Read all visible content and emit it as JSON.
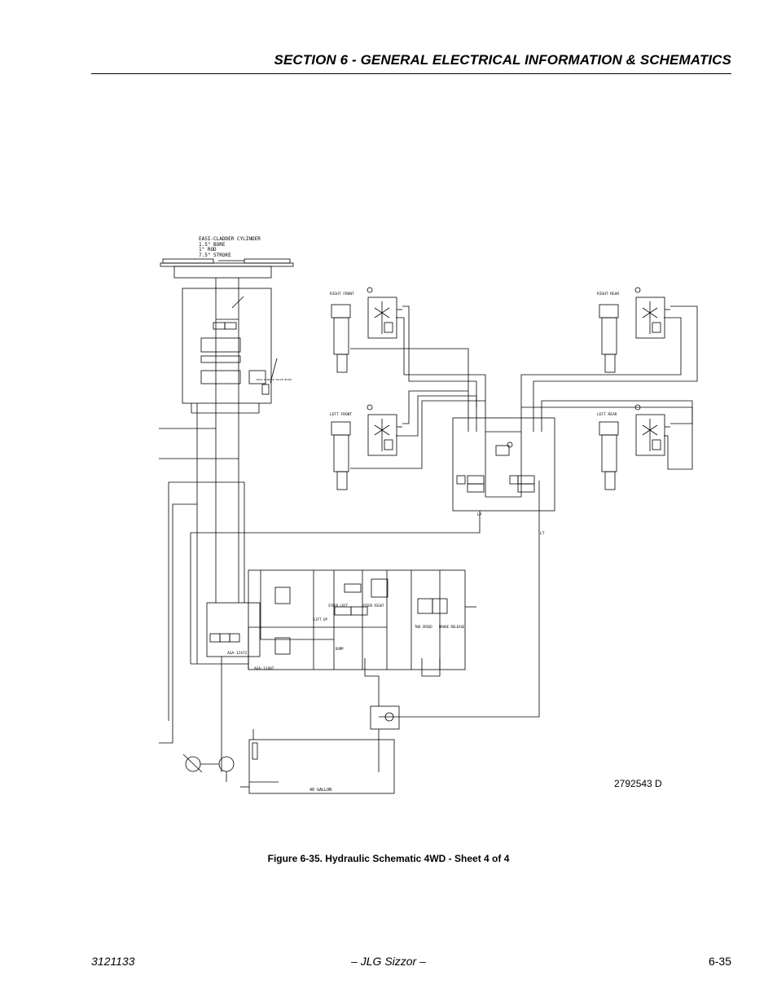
{
  "header": {
    "section_title": "SECTION 6 - GENERAL ELECTRICAL INFORMATION & SCHEMATICS"
  },
  "schematic": {
    "cylinder_title": "EASI-CLADDER CYLINDER",
    "cylinder_bore": "1.5\" BORE",
    "cylinder_rod": "1\" ROD",
    "cylinder_stroke": "7.5\" STROKE",
    "valve_block_label": "EASI-CLADDER VALVE BLOCK",
    "right_front": "RIGHT FRONT",
    "right_rear": "RIGHT REAR",
    "left_front": "LEFT FRONT",
    "left_rear": "LEFT REAR",
    "tank_label": "40 GALLON",
    "manifold_left_label": "AGA-12472",
    "manifold_bottom_label": "AGA-12407",
    "steer_left": "STEER LEFT",
    "steer_right": "STEER RIGHT",
    "two_speed": "TWO SPEED",
    "brake_release": "BRAKE RELEASE",
    "lift_up": "LIFT UP",
    "dump": "DUMP",
    "port_lp": "LP",
    "port_lt": "LT"
  },
  "drawing_number": "2792543 D",
  "figure_caption": "Figure 6-35.  Hydraulic Schematic 4WD - Sheet 4 of 4",
  "footer": {
    "doc_number": "3121133",
    "product": "– JLG Sizzor –",
    "page": "6-35"
  }
}
